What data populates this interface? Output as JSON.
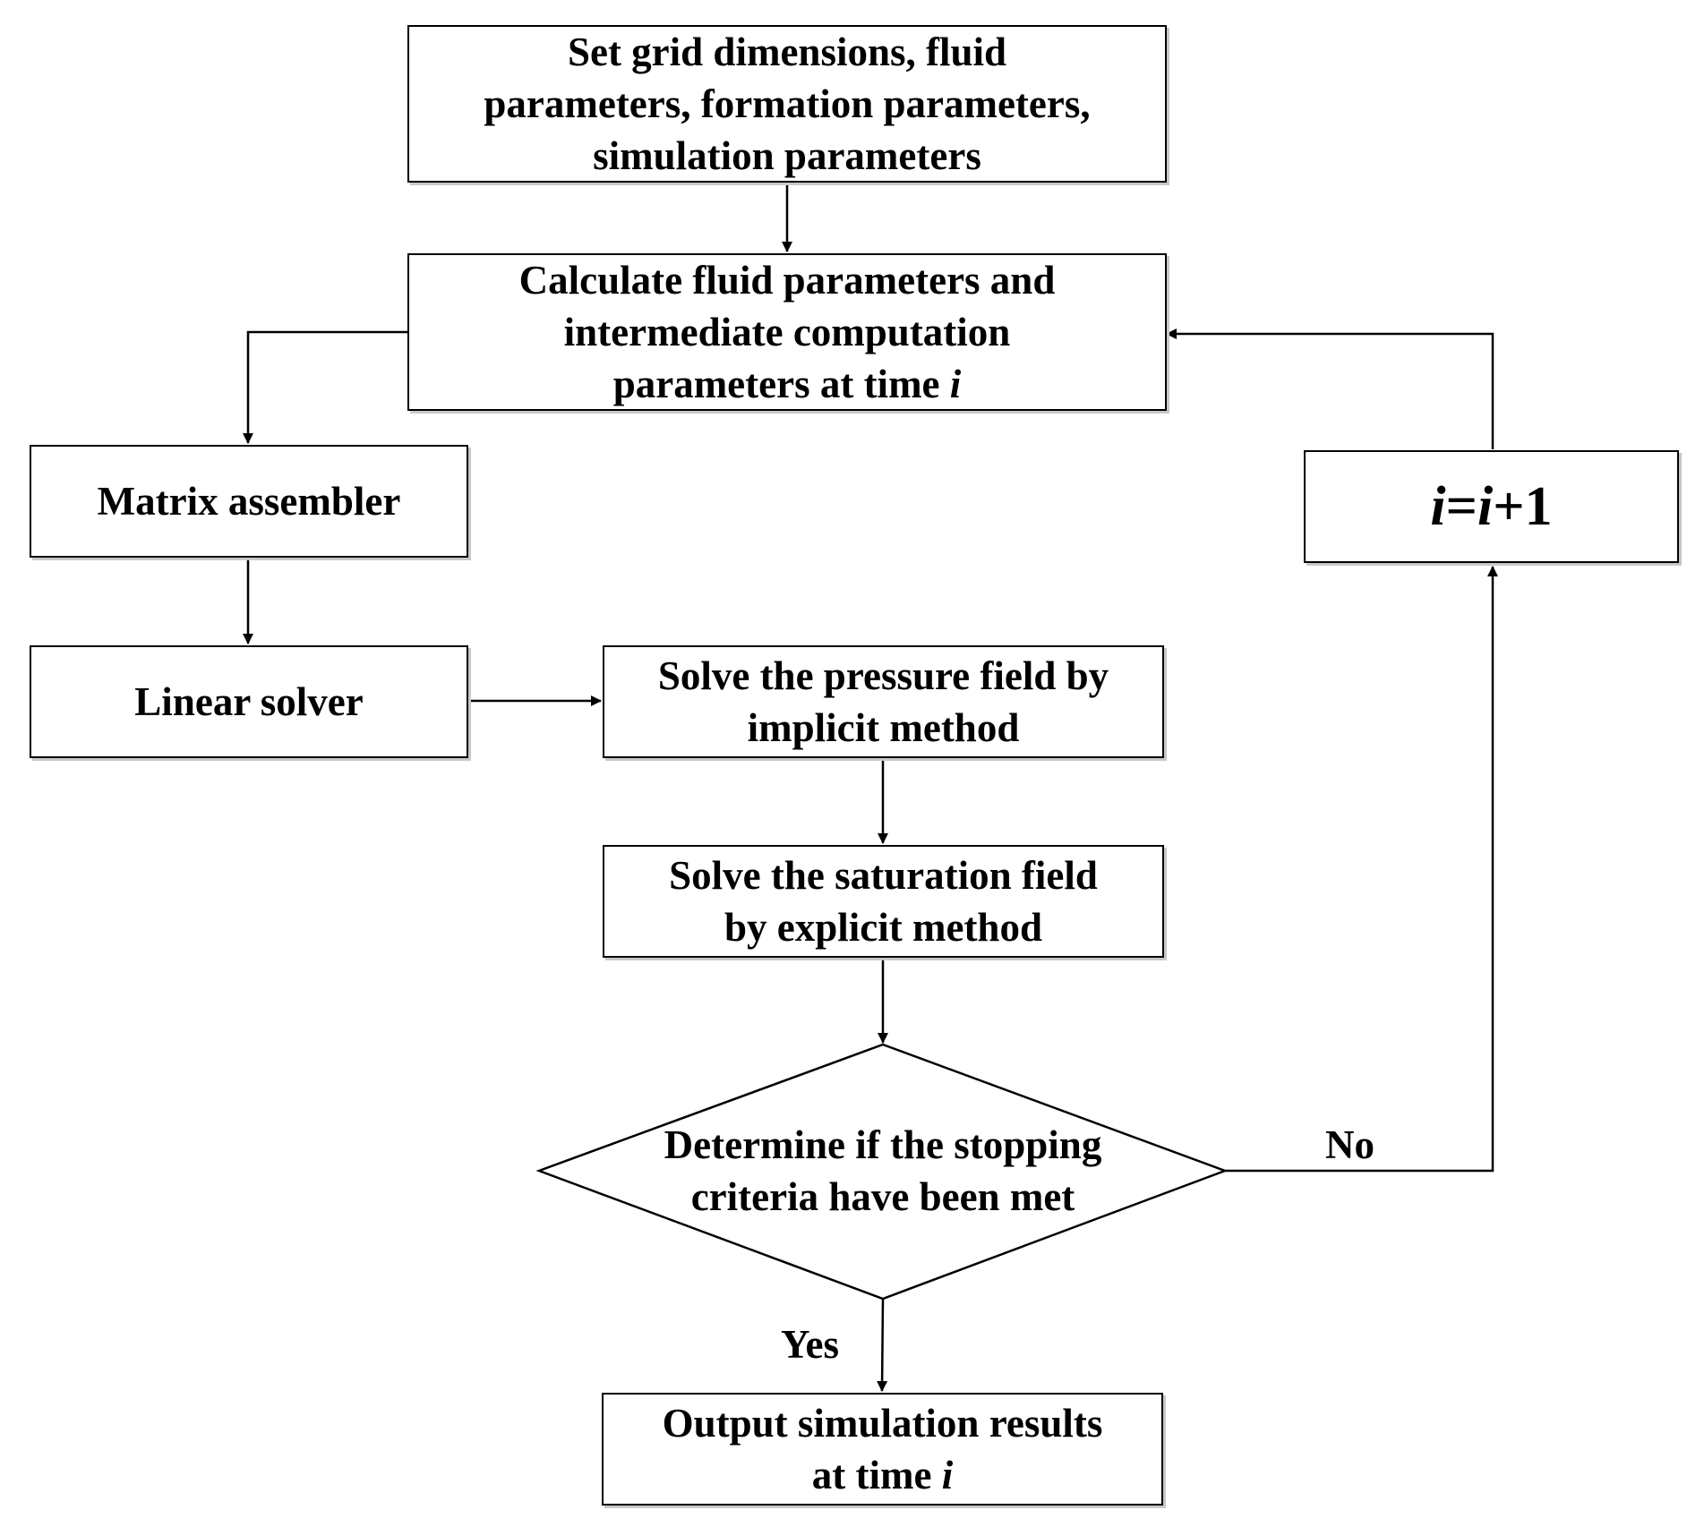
{
  "nodes": {
    "setup": {
      "lines": [
        "Set grid dimensions, fluid",
        "parameters, formation parameters,",
        "simulation parameters"
      ]
    },
    "calc": {
      "lines": [
        "Calculate fluid parameters and",
        "intermediate computation"
      ],
      "last_line_prefix": "parameters at time ",
      "last_line_var": "i"
    },
    "matrix": {
      "label": "Matrix assembler"
    },
    "linear": {
      "label": "Linear solver"
    },
    "pressure": {
      "lines": [
        "Solve the pressure field by",
        "implicit method"
      ]
    },
    "saturation": {
      "lines": [
        "Solve the saturation field",
        "by explicit method"
      ]
    },
    "decision": {
      "lines": [
        "Determine if the stopping",
        "criteria have been met"
      ]
    },
    "output": {
      "line1": "Output simulation results",
      "line2_prefix": "at time ",
      "line2_var": "i"
    },
    "increment": {
      "var_a": "i",
      "eq": "=",
      "var_b": "i",
      "rest": "+1"
    }
  },
  "edges": {
    "no_label": "No",
    "yes_label": "Yes"
  }
}
